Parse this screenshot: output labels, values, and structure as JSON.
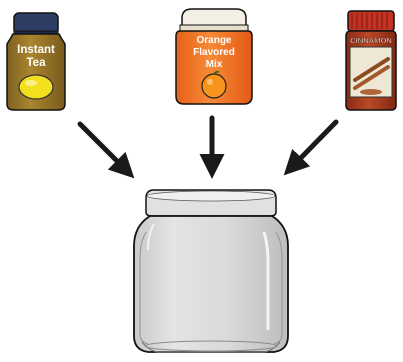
{
  "ingredients": {
    "tea": {
      "line1": "Instant",
      "line2": "Tea",
      "icon": "lemon-icon"
    },
    "orange": {
      "line1": "Orange",
      "line2": "Flavored",
      "line3": "Mix",
      "icon": "orange-icon"
    },
    "cinnamon": {
      "label": "CINNAMON",
      "icon": "cinnamon-sticks-icon"
    }
  },
  "container": {
    "name": "glass-jar",
    "icon": "jar-icon"
  },
  "arrows": {
    "count": 3,
    "direction": "into-jar"
  },
  "colors": {
    "tea_jar": "#9c7a2e",
    "tea_lid": "#2e3d63",
    "lemon": "#f2df1e",
    "orange_jar": "#f0782a",
    "orange_lid": "#f3efe4",
    "cinnamon_jar": "#a63a1f",
    "cinnamon_lid": "#c23324",
    "jar_glass": "#d8d8d8",
    "arrow": "#1a1a1a"
  }
}
